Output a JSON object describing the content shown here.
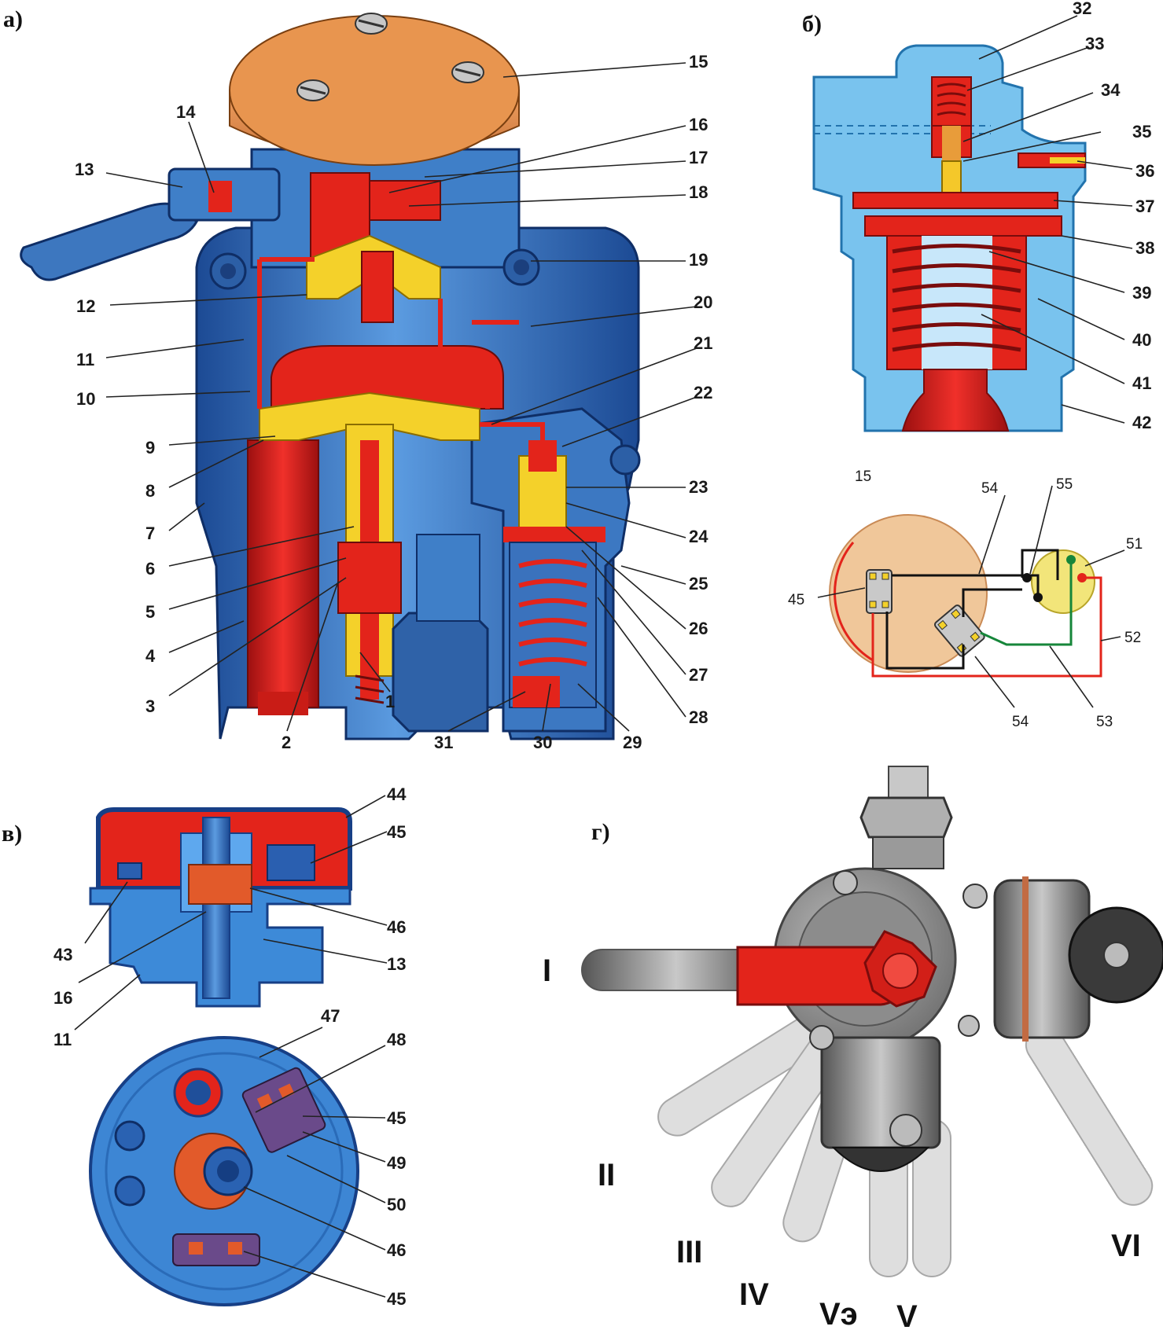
{
  "panels": {
    "a": "а)",
    "b": "б)",
    "v": "в)",
    "g": "г)"
  },
  "panel_a": {
    "callouts_left": [
      "13",
      "14",
      "12",
      "11",
      "10",
      "9",
      "8",
      "7",
      "6",
      "5",
      "4",
      "3"
    ],
    "callouts_right": [
      "15",
      "16",
      "17",
      "18",
      "19",
      "20",
      "21",
      "22",
      "23",
      "24",
      "25",
      "26",
      "27",
      "28"
    ],
    "callouts_bottom": [
      "2",
      "1",
      "31",
      "30",
      "29"
    ]
  },
  "panel_b": {
    "callouts": [
      "32",
      "33",
      "34",
      "35",
      "36",
      "37",
      "38",
      "39",
      "40",
      "41",
      "42"
    ]
  },
  "wiring": {
    "callouts": [
      "15",
      "54",
      "55",
      "51",
      "45",
      "52",
      "54",
      "53"
    ]
  },
  "panel_v": {
    "callouts_top": [
      "44",
      "45",
      "46",
      "13",
      "43",
      "16",
      "11"
    ],
    "callouts_bottom": [
      "47",
      "48",
      "45",
      "49",
      "50",
      "46",
      "45"
    ]
  },
  "panel_g": {
    "positions": [
      "I",
      "II",
      "III",
      "IV",
      "Vэ",
      "V",
      "VI"
    ]
  },
  "colors": {
    "body_blue": "#3f7fc8",
    "dark_blue": "#1e4f99",
    "red": "#e3241b",
    "yellow": "#f4d12a",
    "orange_cap": "#e8954f",
    "light_blue": "#79c3ee",
    "grey_metal": "#9a9a9a"
  }
}
